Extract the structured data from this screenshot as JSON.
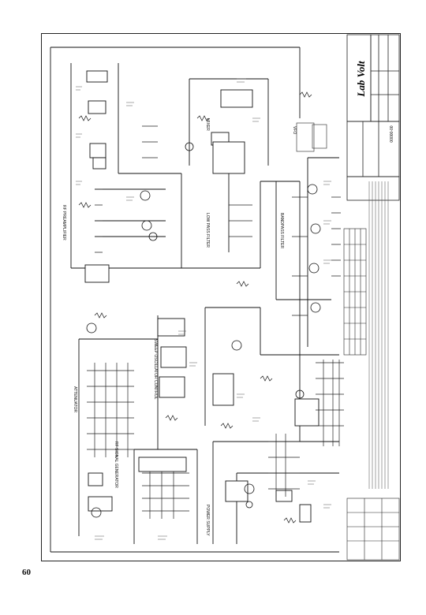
{
  "page": {
    "number": "60"
  },
  "title_block": {
    "brand": "Lab Volt",
    "drawing_number": "00000-00"
  },
  "sections": {
    "preamp": "RF PREAMPLIFIER",
    "mixer": "MIXER",
    "low_pass_filter": "LOW PASS FILTER",
    "bandpass_filter": "BANDPASS FILTER",
    "attenuator": "ATTENUATOR",
    "rf_signal_generator": "RF SIGNAL GENERATOR",
    "sweep_oscillator": "SWEEP OSCILLATOR CONTROL",
    "vfo": "VFO",
    "power_supply": "POWER SUPPLY"
  }
}
